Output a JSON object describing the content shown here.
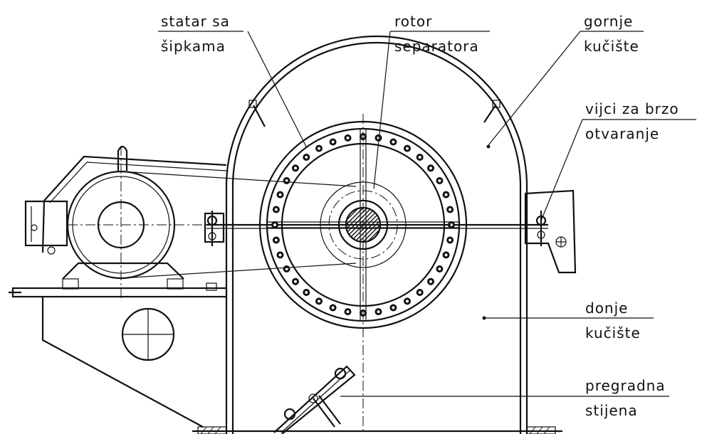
{
  "labels": {
    "stator_line1": "statar sa",
    "stator_line2": "šipkama",
    "rotor_line1": "rotor",
    "rotor_line2": "separatora",
    "upper_housing_line1": "gornje",
    "upper_housing_line2": "kučište",
    "quick_bolts_line1": "vijci za brzo",
    "quick_bolts_line2": "otvaranje",
    "lower_housing_line1": "donje",
    "lower_housing_line2": "kučište",
    "partition_line1": "pregradna",
    "partition_line2": "stijena"
  },
  "colors": {
    "ink": "#111111",
    "paper": "#ffffff"
  }
}
